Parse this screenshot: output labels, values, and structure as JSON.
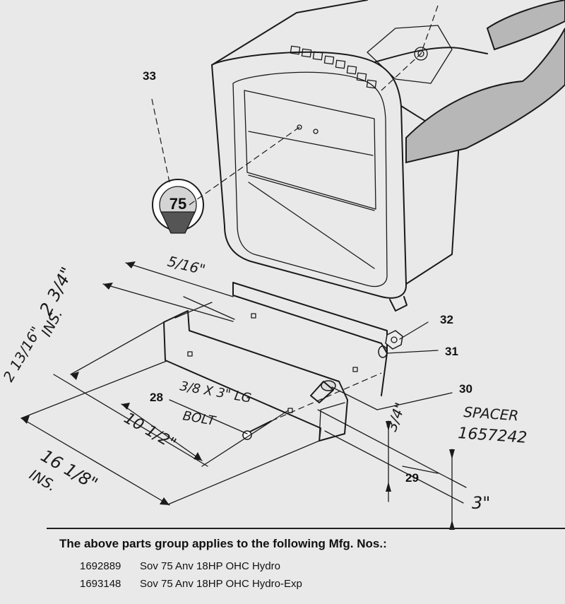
{
  "callouts": {
    "c33": "33",
    "c32": "32",
    "c31": "31",
    "c30": "30",
    "c28": "28",
    "c29": "29"
  },
  "handwritten": {
    "dim_5_16": "5/16\"",
    "dim_2_3_4": "2 3/4\"",
    "ins_1": "INS.",
    "dim_2_13_16": "2 13/16\"",
    "dim_10_1_2": "10 1/2\"",
    "dim_16_1_8": "16 1/8\"",
    "ins_2": "INS.",
    "bolt_size": "3/8 X 3\" LG",
    "bolt_word": "BOLT",
    "dim_3_4": "3/4\"",
    "spacer_word": "SPACER",
    "spacer_no": "1657242",
    "dim_3": "3\""
  },
  "footer": {
    "title": "The above parts group applies to the following Mfg. Nos.:",
    "rows": [
      {
        "number": "1692889",
        "description": "Sov 75 Anv 18HP OHC Hydro"
      },
      {
        "number": "1693148",
        "description": "Sov 75 Anv 18HP OHC Hydro-Exp"
      }
    ]
  }
}
